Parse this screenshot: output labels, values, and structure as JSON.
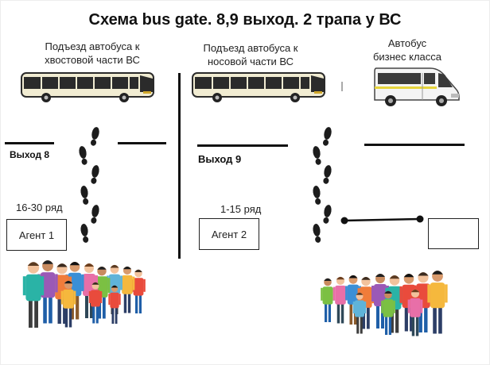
{
  "title": "Схема bus gate. 8,9 выход. 2 трапа у ВС",
  "left_bus_caption": "Подъезд автобуса к хвостовой части ВС",
  "middle_bus_caption": "Подъезд автобуса к носовой части ВС",
  "right_bus_caption": "Автобус бизнес класса",
  "exit8_label": "Выход 8",
  "exit9_label": "Выход 9",
  "row_left": "16-30 ряд",
  "row_middle": "1-15 ряд",
  "agent1": "Агент 1",
  "agent2": "Агент 2",
  "icons": [
    "bus-icon",
    "minibus-icon",
    "footprints-icon",
    "crowd-illustration"
  ]
}
